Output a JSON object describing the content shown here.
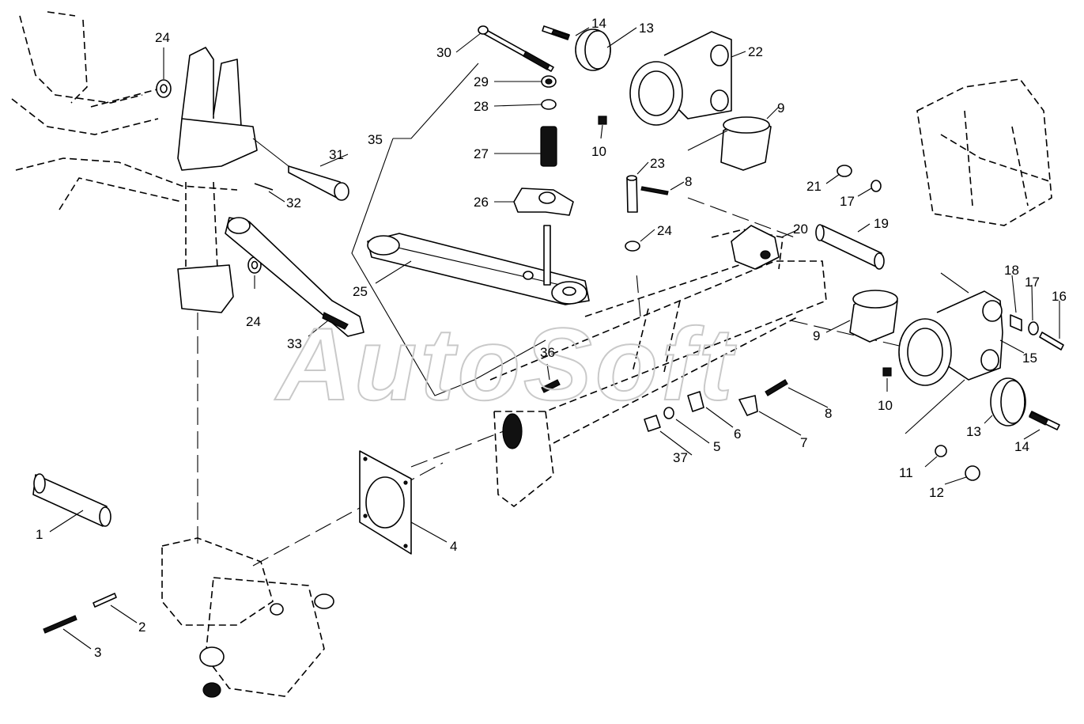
{
  "watermark": "AutoSoft",
  "callouts": [
    {
      "id": "c1",
      "text": "1"
    },
    {
      "id": "c2",
      "text": "2"
    },
    {
      "id": "c3",
      "text": "3"
    },
    {
      "id": "c4",
      "text": "4"
    },
    {
      "id": "c5",
      "text": "5"
    },
    {
      "id": "c6",
      "text": "6"
    },
    {
      "id": "c7",
      "text": "7"
    },
    {
      "id": "c8a",
      "text": "8"
    },
    {
      "id": "c8b",
      "text": "8"
    },
    {
      "id": "c9a",
      "text": "9"
    },
    {
      "id": "c9b",
      "text": "9"
    },
    {
      "id": "c10a",
      "text": "10"
    },
    {
      "id": "c10b",
      "text": "10"
    },
    {
      "id": "c11",
      "text": "11"
    },
    {
      "id": "c12",
      "text": "12"
    },
    {
      "id": "c13a",
      "text": "13"
    },
    {
      "id": "c13b",
      "text": "13"
    },
    {
      "id": "c14a",
      "text": "14"
    },
    {
      "id": "c14b",
      "text": "14"
    },
    {
      "id": "c15",
      "text": "15"
    },
    {
      "id": "c16",
      "text": "16"
    },
    {
      "id": "c17a",
      "text": "17"
    },
    {
      "id": "c17b",
      "text": "17"
    },
    {
      "id": "c18",
      "text": "18"
    },
    {
      "id": "c19",
      "text": "19"
    },
    {
      "id": "c20",
      "text": "20"
    },
    {
      "id": "c21",
      "text": "21"
    },
    {
      "id": "c22",
      "text": "22"
    },
    {
      "id": "c23",
      "text": "23"
    },
    {
      "id": "c24a",
      "text": "24"
    },
    {
      "id": "c24b",
      "text": "24"
    },
    {
      "id": "c24c",
      "text": "24"
    },
    {
      "id": "c25",
      "text": "25"
    },
    {
      "id": "c26",
      "text": "26"
    },
    {
      "id": "c27",
      "text": "27"
    },
    {
      "id": "c28",
      "text": "28"
    },
    {
      "id": "c29",
      "text": "29"
    },
    {
      "id": "c30",
      "text": "30"
    },
    {
      "id": "c31",
      "text": "31"
    },
    {
      "id": "c32",
      "text": "32"
    },
    {
      "id": "c33",
      "text": "33"
    },
    {
      "id": "c35",
      "text": "35"
    },
    {
      "id": "c36",
      "text": "36"
    },
    {
      "id": "c37",
      "text": "37"
    }
  ]
}
